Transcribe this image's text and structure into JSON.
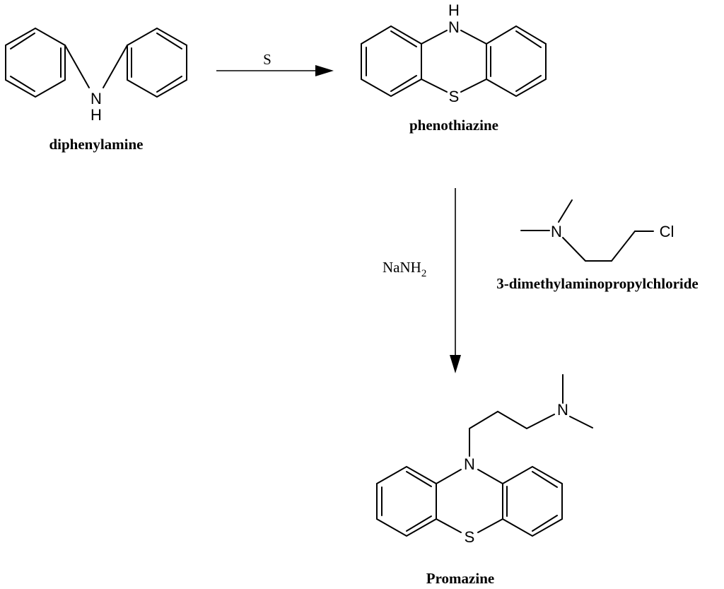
{
  "steps": [
    {
      "reagent": "S"
    },
    {
      "reagent_main": "NaNH",
      "reagent_subscript": "2"
    }
  ],
  "compounds": {
    "diphenylamine": {
      "name": "diphenylamine",
      "atoms": {
        "N": "N",
        "H": "H"
      }
    },
    "phenothiazine": {
      "name": "phenothiazine",
      "atoms": {
        "NH": "H",
        "N": "N",
        "S": "S"
      }
    },
    "reagent": {
      "name": "3-dimethylaminopropylchloride",
      "atoms": {
        "N": "N",
        "Cl": "Cl"
      }
    },
    "promazine": {
      "name": "Promazine",
      "atoms": {
        "N_ring": "N",
        "S": "S",
        "N_amine": "N"
      }
    }
  }
}
